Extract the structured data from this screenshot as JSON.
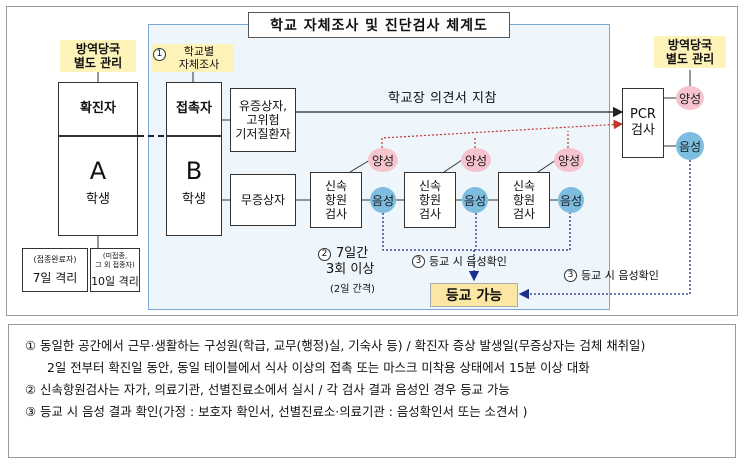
{
  "title": "학교 자체조사 및 진단검사 체계도",
  "left": {
    "authority_label": "방역당국\n별도 관리",
    "confirmed_label": "확진자",
    "a_label": "A",
    "a_student": "학생",
    "vaccinated_head": "(접종완료자)",
    "vaccinated_days": "7일 격리",
    "unvaccinated_head": "(미접종,\n그 외 접종자)",
    "unvaccinated_days": "10일 격리"
  },
  "school_survey": {
    "num": "1",
    "label": "학교별\n자체조사"
  },
  "contact": {
    "label": "접촉자",
    "b_label": "B",
    "b_student": "학생"
  },
  "symptomatic": {
    "label": "유증상자,\n고위험\n기저질환자"
  },
  "asymptomatic": {
    "label": "무증상자"
  },
  "principal_opinion": "학교장 의견서 지참",
  "rapid_test_label": "신속\n항원\n검사",
  "positive": "양성",
  "negative": "음성",
  "pcr": {
    "label": "PCR\n검사",
    "positive": "양성",
    "negative": "음성"
  },
  "right_authority": "방역당국\n별도 관리",
  "seven_days": {
    "num": "2",
    "line1": "7일간",
    "line2": "3회 이상",
    "line3": "(2일 간격)"
  },
  "confirm_neg_1": {
    "num": "3",
    "label": "등교 시 음성확인"
  },
  "confirm_neg_2": {
    "num": "3",
    "label": "등교 시 음성확인"
  },
  "school_entry": "등교 가능",
  "notes": {
    "n1a": "① 동일한 공간에서 근무·생활하는 구성원(학급, 교무(행정)실, 기숙사 등) / 확진자 증상 발생일(무증상자는 검체 채취일)",
    "n1b": "2일 전부터 확진일 동안, 동일 테이블에서 식사 이상의 접촉 또는 마스크 미착용 상태에서 15분 이상 대화",
    "n2": "② 신속항원검사는 자가, 의료기관, 선별진료소에서 실시 / 각 검사 결과 음성인 경우 등교 가능",
    "n3": "③ 등교 시 음성 결과 확인(가정 : 보호자 확인서, 선별진료소·의료기관 : 음성확인서 또는 소견서 )"
  },
  "colors": {
    "positive": "#f6c4cf",
    "negative": "#7dbde0",
    "yellow": "#fdf2b8",
    "blue_bg": "#eef5fb"
  }
}
